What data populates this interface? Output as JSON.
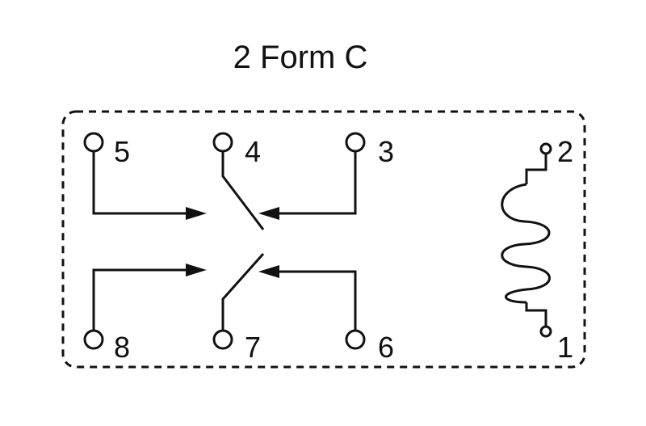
{
  "diagram": {
    "title": "2 Form C",
    "terminals": [
      {
        "id": "5",
        "label": "5"
      },
      {
        "id": "4",
        "label": "4"
      },
      {
        "id": "3",
        "label": "3"
      },
      {
        "id": "8",
        "label": "8"
      },
      {
        "id": "7",
        "label": "7"
      },
      {
        "id": "6",
        "label": "6"
      },
      {
        "id": "2",
        "label": "2"
      },
      {
        "id": "1",
        "label": "1"
      }
    ],
    "colors": {
      "line": "#111111",
      "background": "#ffffff"
    },
    "icons": [
      "relay-coil-icon",
      "switch-contact-icon",
      "arrow-icon"
    ]
  }
}
